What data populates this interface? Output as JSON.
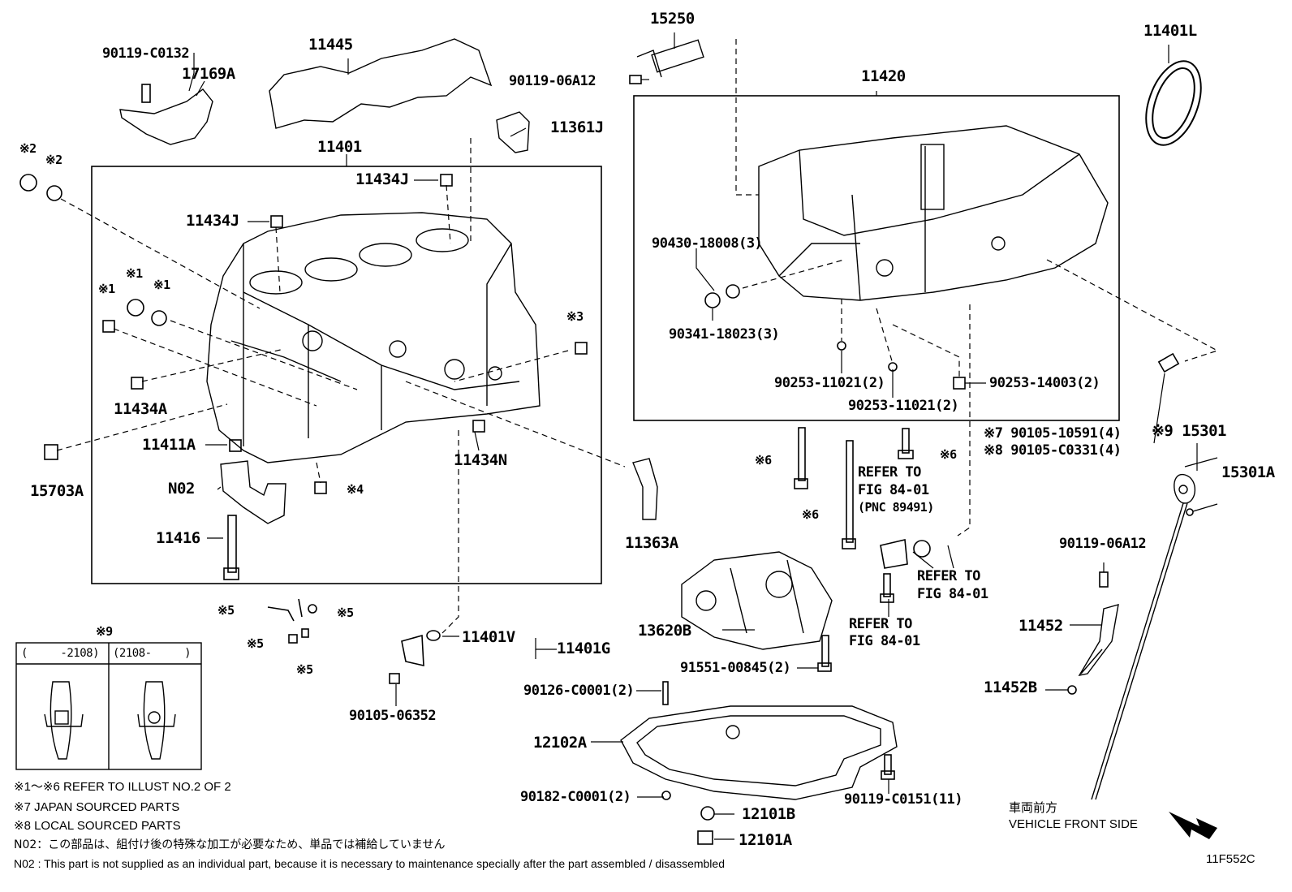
{
  "labels": {
    "p90119_C0132": "90119-C0132",
    "p17169A": "17169A",
    "p11445": "11445",
    "p15250": "15250",
    "p90119_06A12_top": "90119-06A12",
    "p11401L": "11401L",
    "p11420": "11420",
    "p11361J": "11361J",
    "p11401": "11401",
    "p11434J_a": "11434J",
    "p11434J_b": "11434J",
    "p90430": "90430-18008(3)",
    "p90341": "90341-18023(3)",
    "p90253_a": "90253-11021(2)",
    "p90253_b": "90253-11021(2)",
    "p90253_14003": "90253-14003(2)",
    "p11434A": "11434A",
    "p15703A": "15703A",
    "p11411A": "11411A",
    "p11434N": "11434N",
    "pN02": "N02",
    "p11416": "11416",
    "p11363A": "11363A",
    "p90105_10591": "※7 90105-10591(4)",
    "p90105_C0331": "※8 90105-C0331(4)",
    "p15301": "※9 15301",
    "p15301A": "15301A",
    "refer1_l1": "REFER TO",
    "refer1_l2": "FIG 84-01",
    "refer1_l3": "(PNC 89491)",
    "refer2_l1": "REFER TO",
    "refer2_l2": "FIG 84-01",
    "refer3_l1": "REFER TO",
    "refer3_l2": "FIG 84-01",
    "p90119_06A12_right": "90119-06A12",
    "p11452": "11452",
    "p11452B": "11452B",
    "p13620B": "13620B",
    "p91551": "91551-00845(2)",
    "p11401V": "11401V",
    "p11401G": "11401G",
    "p90105_06352": "90105-06352",
    "p90126": "90126-C0001(2)",
    "p12102A": "12102A",
    "p90182": "90182-C0001(2)",
    "p90119_C0151": "90119-C0151(11)",
    "p12101B": "12101B",
    "p12101A": "12101A",
    "m_x2a": "※2",
    "m_x2b": "※2",
    "m_x1a": "※1",
    "m_x1b": "※1",
    "m_x1c": "※1",
    "m_x3": "※3",
    "m_x4": "※4",
    "m_x6a": "※6",
    "m_x6b": "※6",
    "m_x6c": "※6",
    "m_x5a": "※5",
    "m_x5b": "※5",
    "m_x5c": "※5",
    "m_x5d": "※5",
    "m_x9": "※9"
  },
  "table9": {
    "col1": "(　　　-2108)",
    "col2": "(2108-　　　)"
  },
  "notes": {
    "n1": "※1～※6  REFER TO ILLUST NO.2 OF 2",
    "n7": "※7 JAPAN SOURCED PARTS",
    "n8": "※8 LOCAL SOURCED PARTS",
    "n02_jp": "N02：この部品は、組付け後の特殊な加工が必要なため、単品では補給していません",
    "n02_en": "N02 : This part is not supplied as an individual part, because it is necessary to maintenance specially after the part assembled / disassembled",
    "front_jp": "車両前方",
    "front_en": "VEHICLE FRONT SIDE",
    "code": "11F552C"
  }
}
